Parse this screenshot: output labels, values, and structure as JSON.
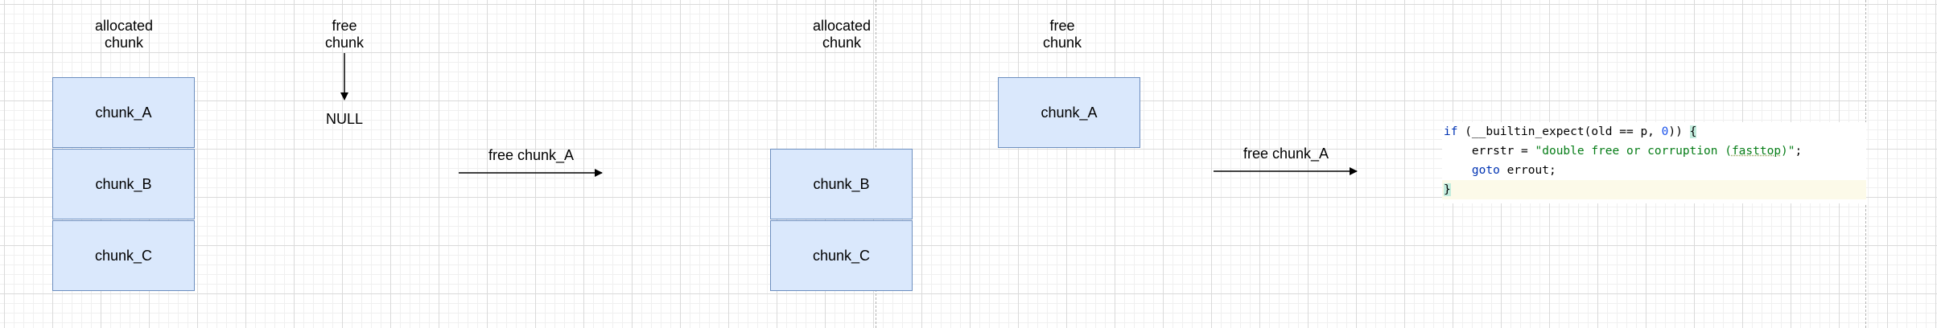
{
  "left_state": {
    "allocated_label": "allocated\nchunk",
    "free_label": "free\nchunk",
    "null_label": "NULL",
    "chunks": [
      "chunk_A",
      "chunk_B",
      "chunk_C"
    ]
  },
  "transition_1": {
    "label": "free chunk_A"
  },
  "right_state": {
    "allocated_label": "allocated\nchunk",
    "free_label": "free\nchunk",
    "allocated_chunks": [
      "chunk_B",
      "chunk_C"
    ],
    "free_chunks": [
      "chunk_A"
    ]
  },
  "transition_2": {
    "label": "free chunk_A"
  },
  "code": {
    "kw_if": "if",
    "builtin_call": "(__builtin_expect(old == p, ",
    "zero": "0",
    "close_paren": ")) ",
    "open_brace": "{",
    "errstr_assign": "    errstr = ",
    "string_open": "\"double free or corruption (",
    "string_underlined": "fasttop",
    "string_close": ")\"",
    "semicolon": ";",
    "goto_indent": "    ",
    "kw_goto": "goto",
    "goto_target": " errout;",
    "close_brace": "}"
  },
  "colors": {
    "chunk_fill": "#dae8fc",
    "chunk_border": "#6c8ebf",
    "keyword": "#0033b3",
    "number": "#1750eb",
    "string": "#067d17"
  }
}
